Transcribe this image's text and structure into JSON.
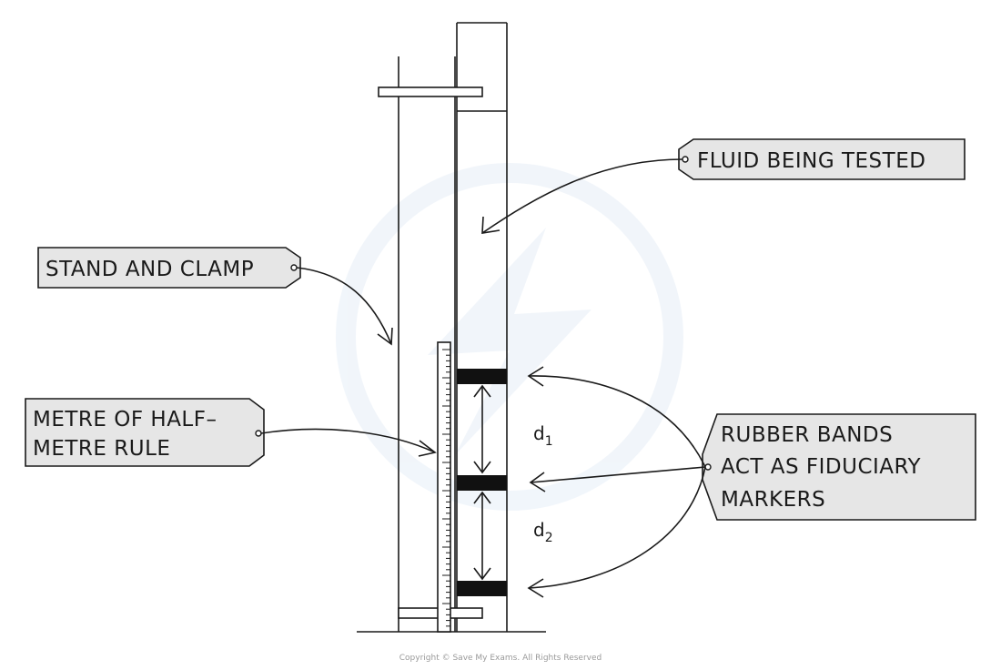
{
  "labels": {
    "fluid": "FLUID BEING TESTED",
    "stand": "STAND AND CLAMP",
    "metre_line1": "METRE OF HALF–",
    "metre_line2": "METRE RULE",
    "rubber_line1": "RUBBER BANDS",
    "rubber_line2": "ACT AS FIDUCIARY",
    "rubber_line3": "MARKERS"
  },
  "distances": {
    "d1_base": "d",
    "d1_sub": "1",
    "d2_base": "d",
    "d2_sub": "2"
  },
  "copyright": "Copyright © Save My Exams. All Rights Reserved",
  "colors": {
    "line": "#1a1a1a",
    "tag_fill": "#e6e6e6",
    "band": "#111111",
    "watermark": "#e6eef7"
  }
}
